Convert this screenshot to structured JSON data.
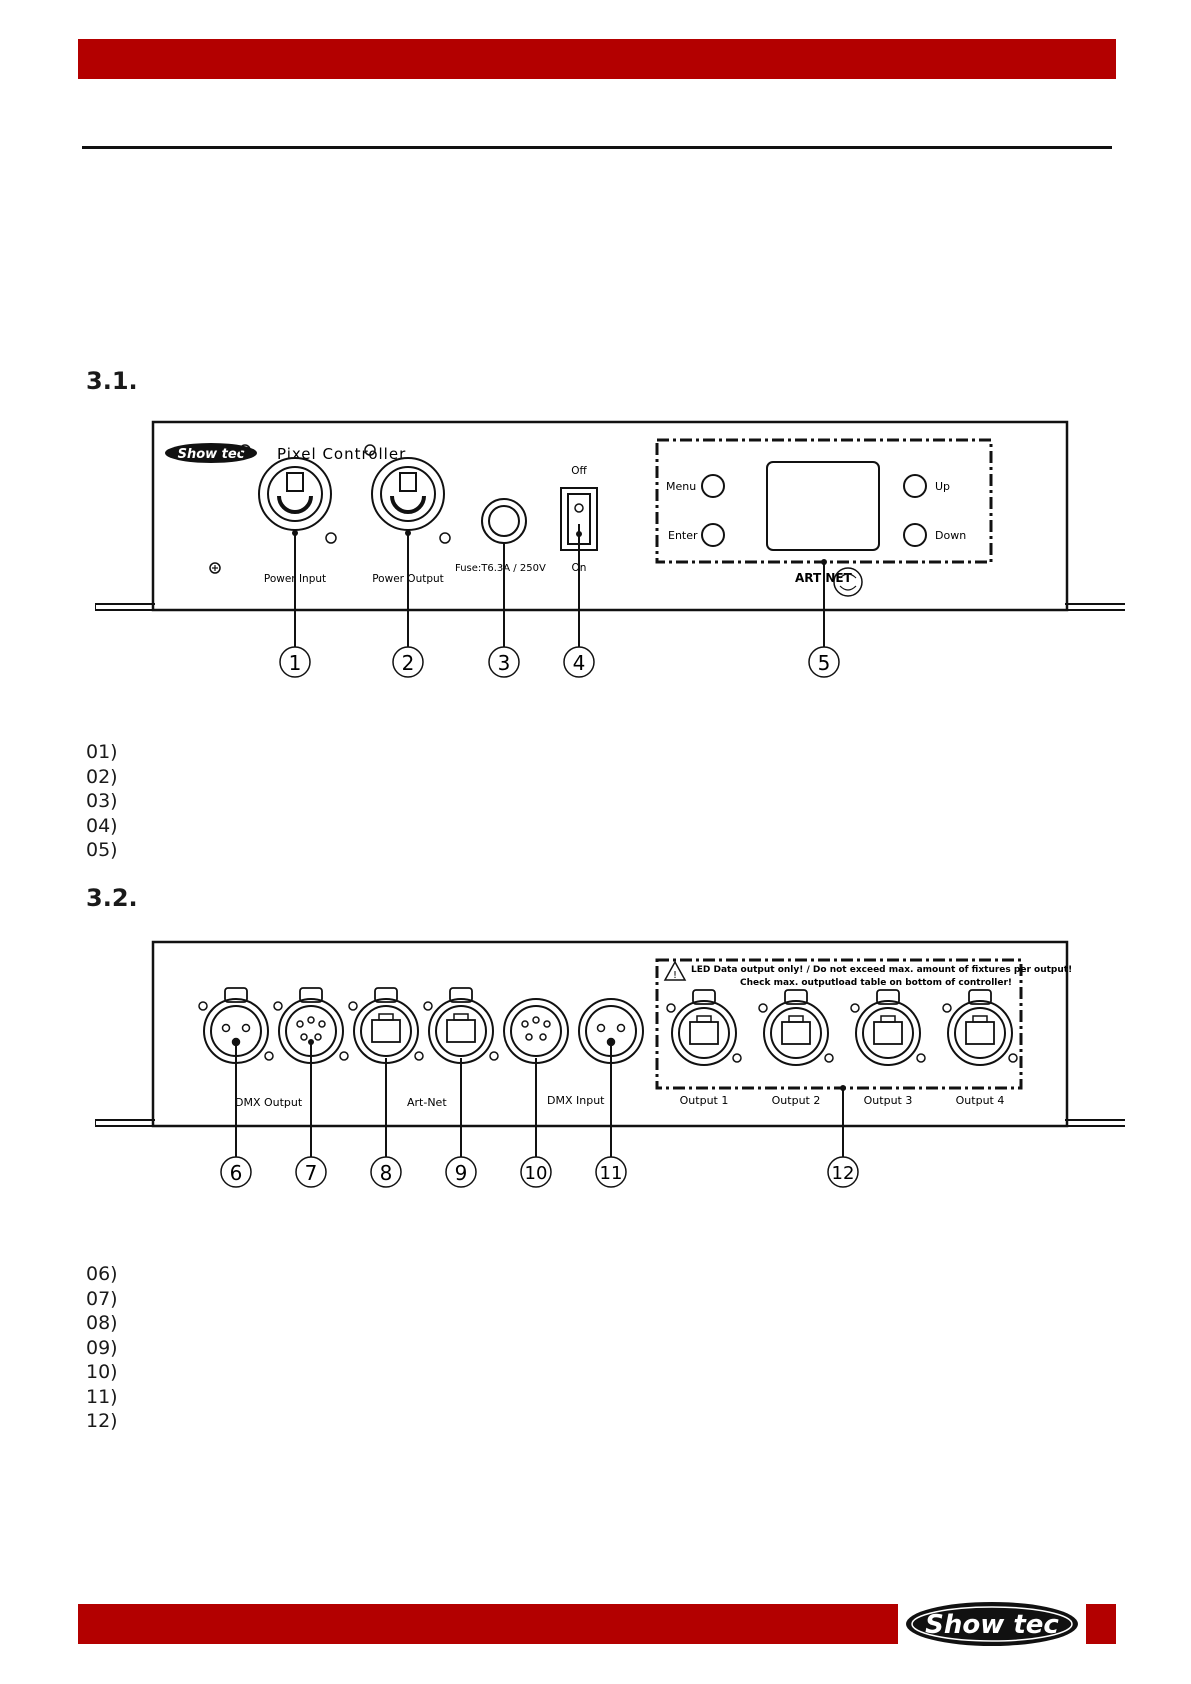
{
  "section_1": {
    "number": "3.1."
  },
  "section_2": {
    "number": "3.2."
  },
  "front_panel": {
    "brand": "Show tec",
    "model": "Pixel Controller",
    "labels": {
      "power_input": "Power Input",
      "power_output": "Power Output",
      "fuse": "Fuse:T6.3A / 250V",
      "switch_off": "Off",
      "switch_on": "On",
      "menu": "Menu",
      "enter": "Enter",
      "up": "Up",
      "down": "Down",
      "artnet_logo": "ART NET"
    },
    "callouts": [
      "1",
      "2",
      "3",
      "4",
      "5"
    ]
  },
  "front_list": [
    "01)",
    "02)",
    "03)",
    "04)",
    "05)"
  ],
  "rear_panel": {
    "warning_line1": "LED Data output only! / Do not exceed max. amount of fixtures per output!",
    "warning_line2": "Check max. outputload table on bottom of controller!",
    "labels": {
      "dmx_output": "DMX Output",
      "art_net": "Art-Net",
      "dmx_input": "DMX Input",
      "output1": "Output 1",
      "output2": "Output 2",
      "output3": "Output 3",
      "output4": "Output 4"
    },
    "callouts": [
      "6",
      "7",
      "8",
      "9",
      "10",
      "11",
      "12"
    ]
  },
  "rear_list": [
    "06)",
    "07)",
    "08)",
    "09)",
    "10)",
    "11)",
    "12)"
  ],
  "footer": {
    "brand": "Show tec"
  },
  "colors": {
    "accent": "#b30000",
    "line": "#111111"
  }
}
